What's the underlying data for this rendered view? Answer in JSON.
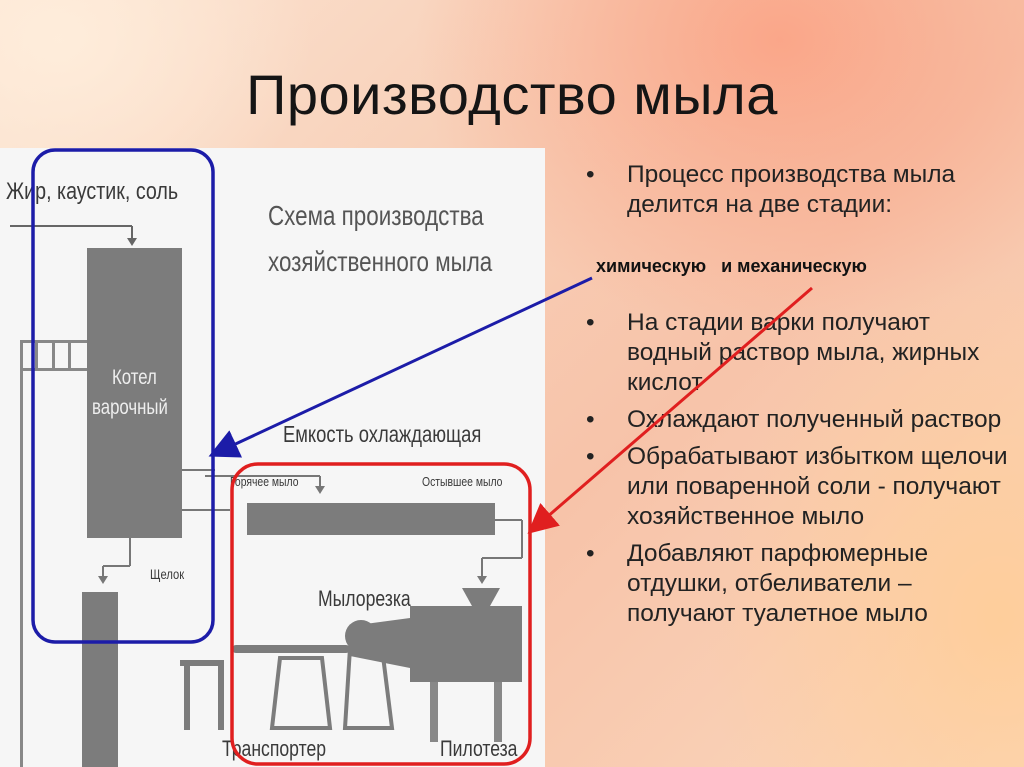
{
  "title": "Производство мыла",
  "scheme": {
    "inputs": "Жир, каустик, соль",
    "heading_line1": "Схема производства",
    "heading_line2": "хозяйственного мыла",
    "boiler_line1": "Котел",
    "boiler_line2": "варочный",
    "cooling_tank": "Емкость охлаждающая",
    "hot_soap": "Горячее мыло",
    "cooled": "Остывшее мыло",
    "lye": "Щелок",
    "soap_cutter": "Мылорезка",
    "conveyor": "Транспортер",
    "plodder": "Пилотеза"
  },
  "intro": "Процесс производства мыла делится на две стадии:",
  "stages": "химическую   и механическую",
  "bullets": [
    "На стадии варки получают водный раствор мыла, жирных кислот",
    "Охлаждают полученный раствор",
    "Обрабатывают избытком щелочи или поваренной соли - получают хозяйственное мыло",
    "Добавляют парфюмерные отдушки, отбеливатели – получают туалетное мыло"
  ],
  "bullet_symbol": "•",
  "colors": {
    "blue_frame": "#1c1ca8",
    "red_frame": "#e01f1f",
    "equipment": "#7c7c7c"
  }
}
